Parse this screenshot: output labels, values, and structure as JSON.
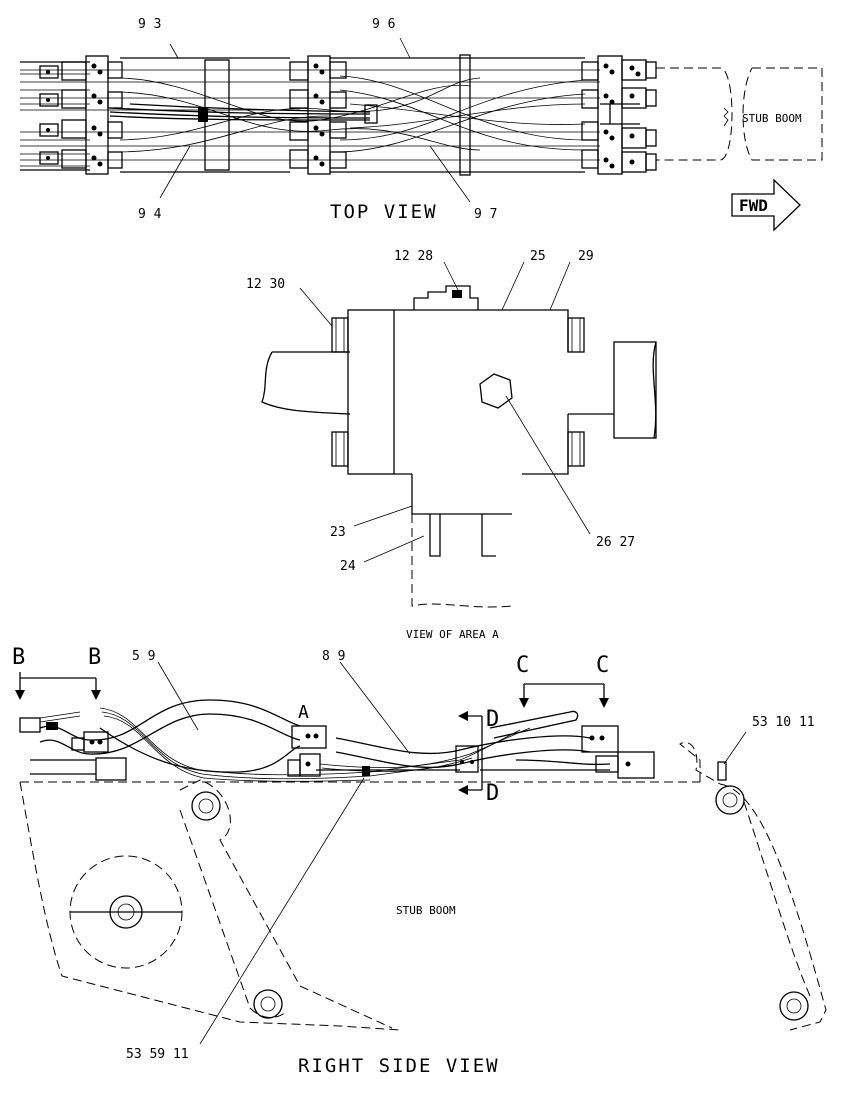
{
  "top_view": {
    "title": "TOP VIEW",
    "stub_boom_label": "STUB BOOM",
    "fwd_label": "FWD",
    "callouts": {
      "c93": "9 3",
      "c96": "9 6",
      "c94": "9 4",
      "c97": "9 7"
    }
  },
  "area_a": {
    "title": "VIEW OF AREA A",
    "callouts": {
      "c1228": "12 28",
      "c25": "25",
      "c29": "29",
      "c1230": "12 30",
      "c23": "23",
      "c24": "24",
      "c2627": "26 27"
    }
  },
  "side_view": {
    "title": "RIGHT SIDE VIEW",
    "stub_boom_label": "STUB BOOM",
    "section_markers": {
      "b1": "B",
      "b2": "B",
      "c1": "C",
      "c2": "C",
      "d1": "D",
      "d2": "D",
      "a": "A"
    },
    "callouts": {
      "c59": "5 9",
      "c89": "8 9",
      "c531011": "53 10 11",
      "c535911": "53 59 11"
    }
  }
}
